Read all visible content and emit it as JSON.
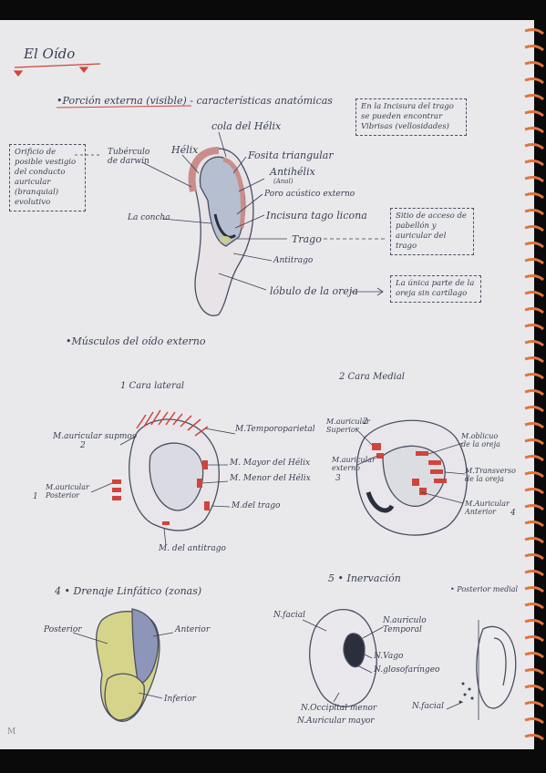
{
  "title": "El Oído",
  "section1": "•Porción externa (visible) - características anatómicas",
  "box_top_right": "En la Incisura del trago se pueden encontrar Vibrisas (vellosidades)",
  "box_left": "Orificio de posible vestigio del conducto auricular (branquial) evolutivo",
  "box_right_mid": "Sitio de acceso de pabellón y auricular del trago",
  "box_right_low": "La única parte de la oreja sin cartílago",
  "labels_ear1": {
    "tuberculo": "Tubérculo de darwin",
    "helix": "Hélix",
    "cola_helix": "cola del Hélix",
    "fosita": "Fosita triangular",
    "antihelix": "Antihélix",
    "antihelix_sub": "(Anal)",
    "poro": "Poro acústico externo",
    "concha": "La concha",
    "incisura": "Incisura tago licona",
    "trago": "Trago",
    "antitrago": "Antitrago",
    "lobulo": "lóbulo de la oreja"
  },
  "section2": "•Músculos del oído externo",
  "cara_lateral": "1 Cara lateral",
  "cara_medial": "2 Cara Medial",
  "labels_ear2": {
    "aur_sup": "M.auricular supmos",
    "aur_sup_num": "2",
    "temporo": "M.Temporoparietal",
    "mayor_helix": "M. Mayor del Hélix",
    "menor_helix": "M. Menor del Hélix",
    "del_trago": "M.del trago",
    "antitrago": "M. del antitrago",
    "posterior": "M.auricular Posterior",
    "num1": "1"
  },
  "labels_ear3": {
    "obl_sup": "M.auricular Superior",
    "obl_num": "2",
    "obl_ext": "M.auricular externo",
    "obl_ext_num": "3",
    "oblicuo": "M.oblicuo de la oreja",
    "transverso": "M.Transverso de la oreja",
    "anterior": "M.Auricular Anterior",
    "anterior_num": "4"
  },
  "section4": "4 • Drenaje Linfático (zonas)",
  "labels_ear4": {
    "posterior": "Posterior",
    "anterior": "Anterior",
    "inferior": "Inferior"
  },
  "section5": "5 • Inervación",
  "cara_posterior": "• Posterior medial",
  "labels_ear5": {
    "facial": "N.facial",
    "auriculo": "N.auriculo Temporal",
    "vago": "N.Vago",
    "gloso": "N.glosofaríngeo",
    "occipital": "N.Occipital menor",
    "auric_mayor": "N.Auricular mayor",
    "facial2": "N.facial"
  },
  "footer": "M",
  "colors": {
    "paper": "#e9e9ec",
    "ink": "#3a3f52",
    "muscle": "#d0443a",
    "helix_red": "#c98e8a",
    "yellow": "#d6d48a",
    "blue": "#8d95b8",
    "spiral": "#e2733a"
  }
}
